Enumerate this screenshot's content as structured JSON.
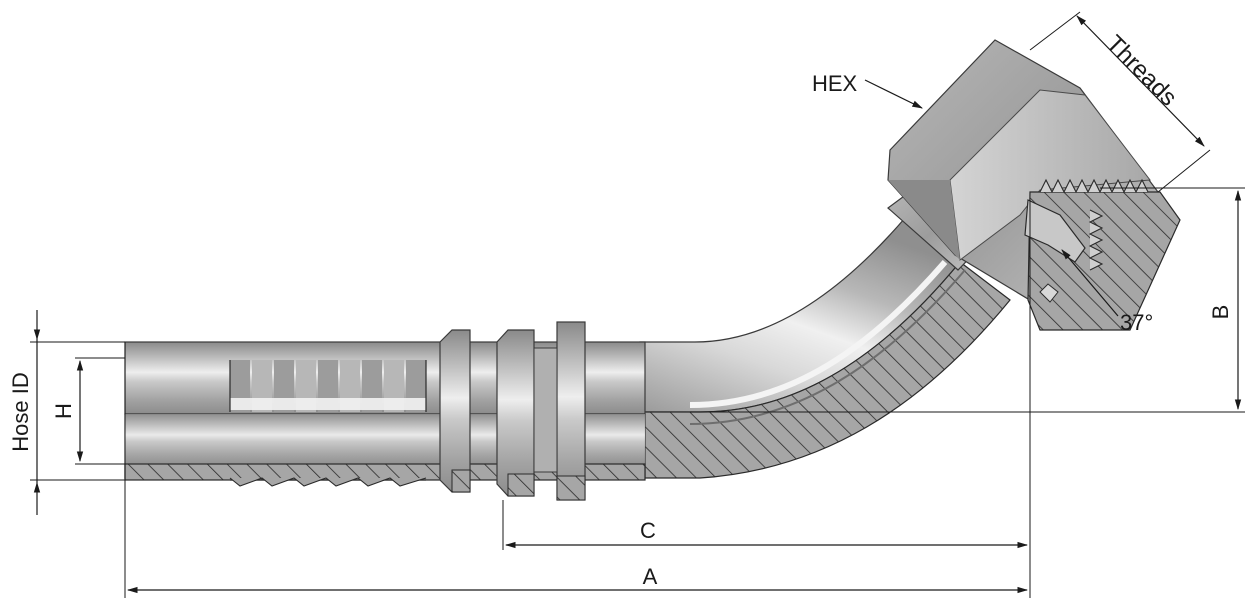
{
  "labels": {
    "hex": "HEX",
    "threads": "Threads",
    "angle": "37°",
    "b": "B",
    "c": "C",
    "a": "A",
    "hose_id": "Hose ID",
    "h": "H"
  },
  "colors": {
    "metal_dark": "#8e8e8e",
    "metal_mid": "#b9b9b9",
    "metal_light": "#e8e8e8",
    "section_fill": "#a4a4a4",
    "line": "#1a1a1a"
  }
}
